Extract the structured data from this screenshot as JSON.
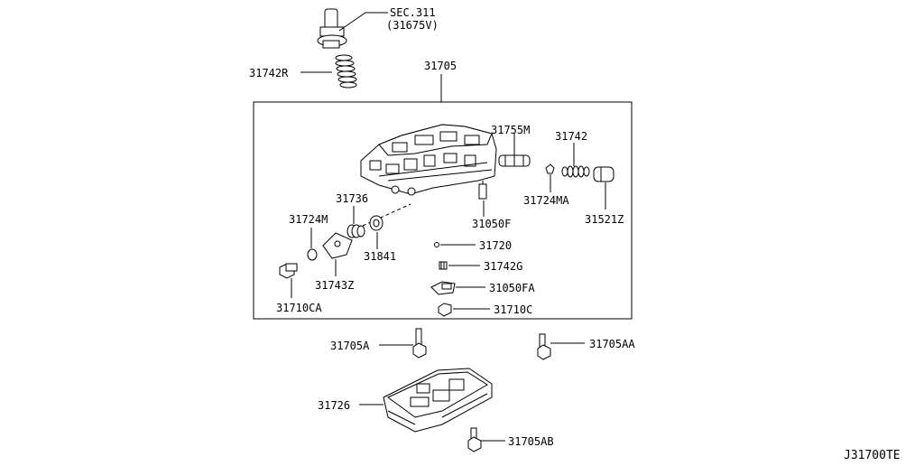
{
  "diagram_ref": "J31700TE",
  "labels": {
    "sec": "SEC.311",
    "sec_sub": "(31675V)",
    "p31742r": "31742R",
    "p31705": "31705",
    "p31755m": "31755M",
    "p31742": "31742",
    "p31724ma": "31724MA",
    "p31521z": "31521Z",
    "p31050f": "31050F",
    "p31736": "31736",
    "p31724m": "31724M",
    "p31841": "31841",
    "p31743z": "31743Z",
    "p31720": "31720",
    "p31742g": "31742G",
    "p31050fa": "31050FA",
    "p31710c": "31710C",
    "p31710ca": "31710CA",
    "p31705a": "31705A",
    "p31705aa": "31705AA",
    "p31726": "31726",
    "p31705ab": "31705AB"
  }
}
